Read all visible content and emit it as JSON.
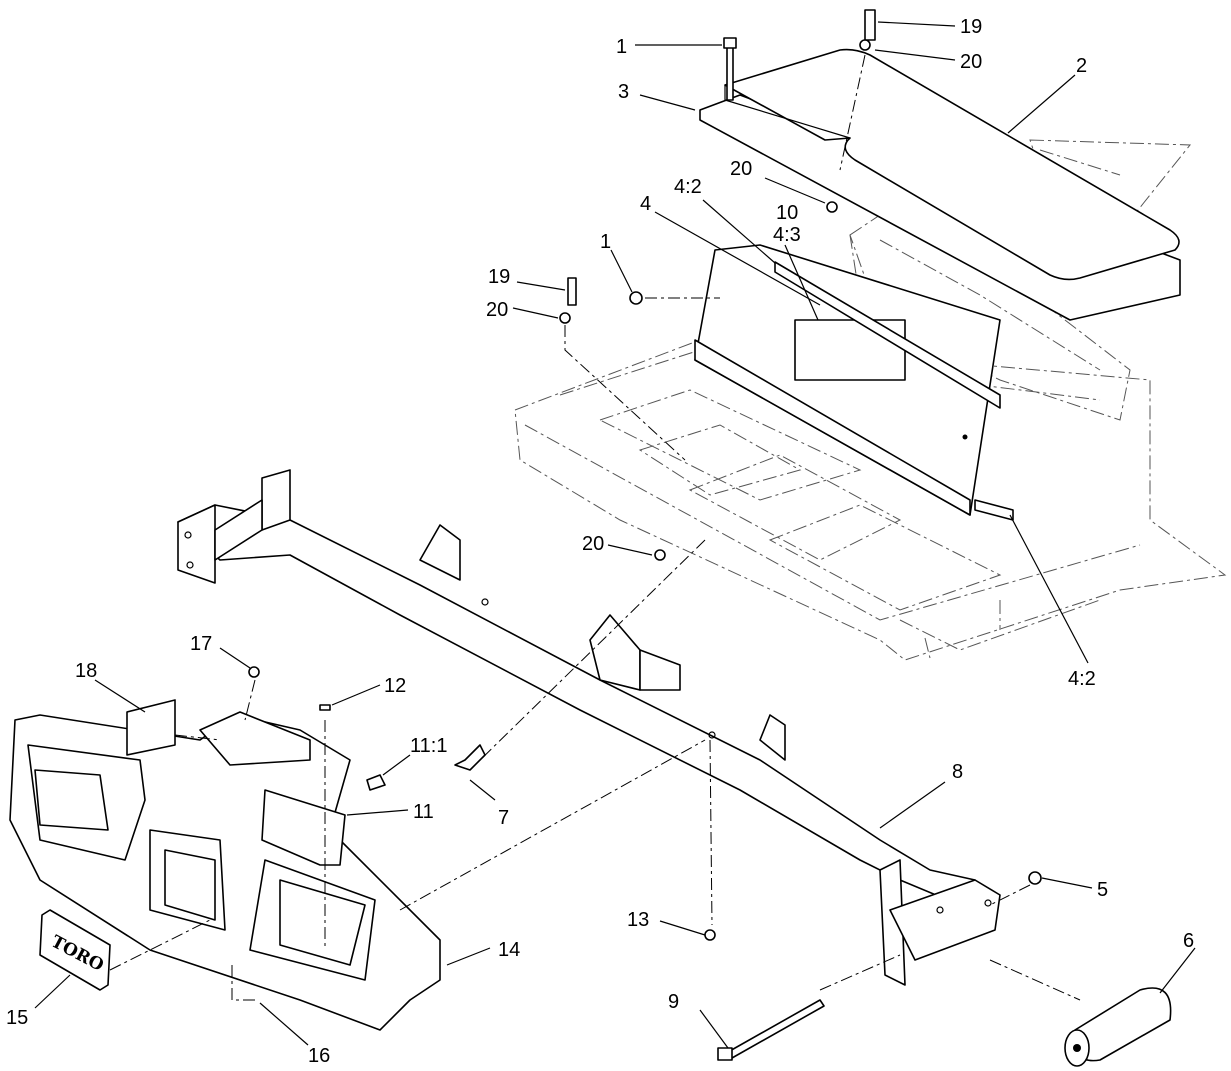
{
  "callouts": {
    "c1_top": "1",
    "c19_top": "19",
    "c20_top": "20",
    "c2": "2",
    "c3": "3",
    "c20_mid": "20",
    "c4_2_top": "4:2",
    "c4": "4",
    "c10": "10",
    "c4_3": "4:3",
    "c1_mid": "1",
    "c19_left": "19",
    "c20_left": "20",
    "c20_lower": "20",
    "c4_2_bottom": "4:2",
    "c17": "17",
    "c18": "18",
    "c12": "12",
    "c11_1": "11:1",
    "c11": "11",
    "c7": "7",
    "c8": "8",
    "c5": "5",
    "c6": "6",
    "c13": "13",
    "c14": "14",
    "c9": "9",
    "c15": "15",
    "c16": "16"
  },
  "logo": "TORO"
}
